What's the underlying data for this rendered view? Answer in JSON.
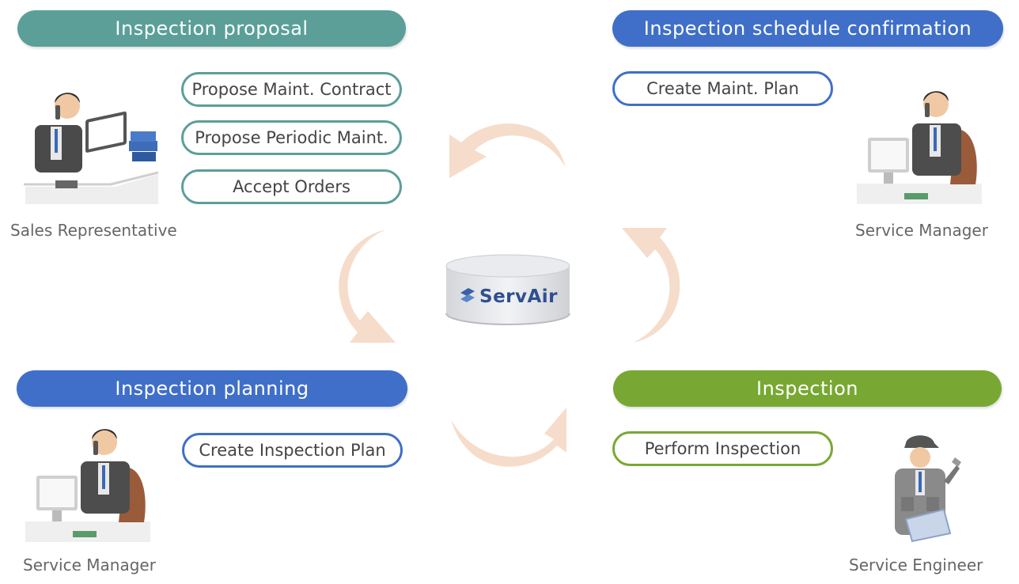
{
  "sections": {
    "proposal": {
      "title": "Inspection proposal",
      "color": "#5b9f98",
      "tasks": [
        "Propose Maint. Contract",
        "Propose Periodic Maint.",
        "Accept Orders"
      ],
      "role": "Sales Representative"
    },
    "schedule": {
      "title": "Inspection schedule confirmation",
      "color": "#3f6fc8",
      "tasks": [
        "Create Maint. Plan"
      ],
      "role": "Service Manager"
    },
    "planning": {
      "title": "Inspection planning",
      "color": "#3f6fc8",
      "tasks": [
        "Create Inspection Plan"
      ],
      "role": "Service Manager"
    },
    "inspection": {
      "title": "Inspection",
      "color": "#78a833",
      "tasks": [
        "Perform Inspection"
      ],
      "role": "Service Engineer"
    }
  },
  "center": {
    "logo_text": "ServAir",
    "arrow_color": "#f5d7c2"
  }
}
